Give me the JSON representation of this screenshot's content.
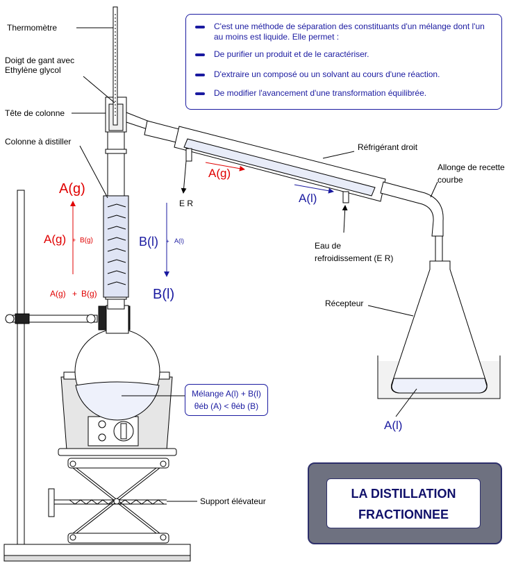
{
  "labels": {
    "thermometer": "Thermomètre",
    "finger_glove_line1": "Doigt de gant avec",
    "finger_glove_line2": "Ethylène glycol",
    "column_head": "Tête de colonne",
    "column": "Colonne à distiller",
    "condenser": "Réfrigérant droit",
    "adapter_line1": "Allonge de recette",
    "adapter_line2": "courbe",
    "water_out": "E R",
    "water_in_line1": "Eau de",
    "water_in_line2": "refroidissement (E R)",
    "receiver": "Récepteur",
    "lift": "Support élévateur"
  },
  "phases": {
    "ag_top": "A(g)",
    "ag_mid": "A(g)",
    "bg_mid": "B(g)",
    "ag_low": "A(g)",
    "plus_low": "+",
    "bg_low": "B(g)",
    "bl_mid": "B(l)",
    "al_mid": "A(l)",
    "bl_bottom": "B(l)",
    "ag_condenser": "A(g)",
    "al_condenser": "A(l)",
    "al_receiver": "A(l)"
  },
  "mixture": {
    "line1": "Mélange A(l) + B(l)",
    "line2": "θéb (A) < θéb (B)"
  },
  "info": [
    "C'est une méthode de séparation des constituants d'un mélange dont l'un au moins est liquide. Elle permet :",
    "De purifier un produit et de le caractériser.",
    "D'extraire un composé ou un solvant au cours d'une réaction.",
    "De modifier l'avancement d'une transformation équilibrée."
  ],
  "title": {
    "line1": "LA DISTILLATION",
    "line2": "FRACTIONNEE"
  },
  "colors": {
    "red": "#e00000",
    "blue": "#1a1aa0",
    "title_frame": "#6e7180"
  }
}
